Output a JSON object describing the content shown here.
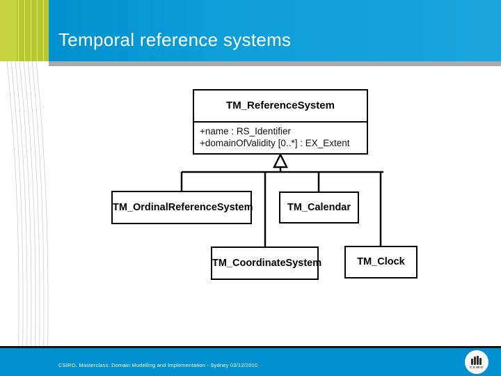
{
  "slide": {
    "title": "Temporal reference systems",
    "footer_text": "CSIRO.  Masterclass: Domain Modelling and Implementation - Sydney 03/12/2010",
    "logo_brand": "CSIRO",
    "accent_blue": "#0090cf",
    "accent_olive": "#b7c82a",
    "rule_grey": "#a9a9a9"
  },
  "diagram": {
    "type": "uml-class-diagram",
    "classes": [
      {
        "id": "tm-reference-system",
        "name": "TM_ReferenceSystem",
        "attributes": [
          "+name : RS_Identifier",
          "+domainOfValidity [0..*] : EX_Extent"
        ]
      },
      {
        "id": "tm-ordinal-reference-system",
        "name": "TM_OrdinalReferenceSystem",
        "attributes": []
      },
      {
        "id": "tm-calendar",
        "name": "TM_Calendar",
        "attributes": []
      },
      {
        "id": "tm-coordinate-system",
        "name": "TM_CoordinateSystem",
        "attributes": []
      },
      {
        "id": "tm-clock",
        "name": "TM_Clock",
        "attributes": []
      }
    ],
    "generalizations": [
      {
        "from": "tm-ordinal-reference-system",
        "to": "tm-reference-system"
      },
      {
        "from": "tm-calendar",
        "to": "tm-reference-system"
      },
      {
        "from": "tm-coordinate-system",
        "to": "tm-reference-system"
      },
      {
        "from": "tm-clock",
        "to": "tm-reference-system"
      }
    ]
  }
}
